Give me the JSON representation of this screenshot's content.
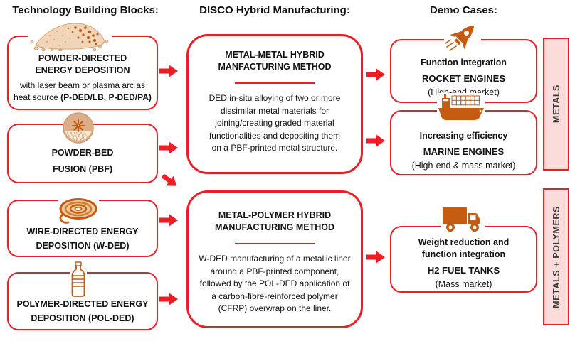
{
  "headers": {
    "left": "Technology Building Blocks:",
    "middle": "DISCO Hybrid Manufacturing:",
    "right": "Demo Cases:"
  },
  "colors": {
    "red": "#ee1c25",
    "orange": "#c55a11",
    "pink_bar_fill": "#fcdcdb"
  },
  "left": {
    "boxes": [
      {
        "icon": "powder-pile-icon",
        "title1": "POWDER-DIRECTED",
        "title2": "ENERGY DEPOSITION",
        "body1": "with laser beam or plasma arc as",
        "body2_prefix": "heat source ",
        "body2_bold": "(P-DED/LB, P-DED/PA)"
      },
      {
        "icon": "powder-bed-icon",
        "title1": "POWDER-BED",
        "title2": "FUSION (PBF)"
      },
      {
        "icon": "wire-coil-icon",
        "title1": "WIRE-DIRECTED ENERGY",
        "title2": "DEPOSITION (W-DED)"
      },
      {
        "icon": "polymer-bottle-icon",
        "title1": "POLYMER-DIRECTED ENERGY",
        "title2": "DEPOSITION (POL-DED)"
      }
    ]
  },
  "middle": {
    "boxes": [
      {
        "title1": "METAL-METAL HYBRID",
        "title2": "MANFACTURING METHOD",
        "body": [
          "DED in-situ alloying of two or more",
          "dissimilar metal materials for",
          "joining/creating graded material",
          "functionalities and depositing them",
          "on a PBF-printed metal structure."
        ]
      },
      {
        "title1": "METAL-POLYMER HYBRID",
        "title2": "MANUFACTURING METHOD",
        "body": [
          "W-DED manufacturing of a metallic liner",
          "around a PBF-printed component,",
          "followed by the POL-DED application of",
          "a carbon-fibre-reinforced polymer",
          "(CFRP) overwrap on the liner."
        ]
      }
    ]
  },
  "right": {
    "boxes": [
      {
        "icon": "rocket-icon",
        "benefit1": "Function integration",
        "benefit2": "",
        "name": "ROCKET ENGINES",
        "market": "(High-end market)"
      },
      {
        "icon": "cargo-ship-icon",
        "benefit1": "Increasing efficiency",
        "benefit2": "",
        "name": "MARINE ENGINES",
        "market": "(High-end & mass market)"
      },
      {
        "icon": "truck-icon",
        "benefit1": "Weight reduction and",
        "benefit2": "function integration",
        "name": "H2 FUEL TANKS",
        "market": "(Mass market)"
      }
    ]
  },
  "side_bars": [
    {
      "label": "METALS"
    },
    {
      "label": "METALS + POLYMERS"
    }
  ]
}
